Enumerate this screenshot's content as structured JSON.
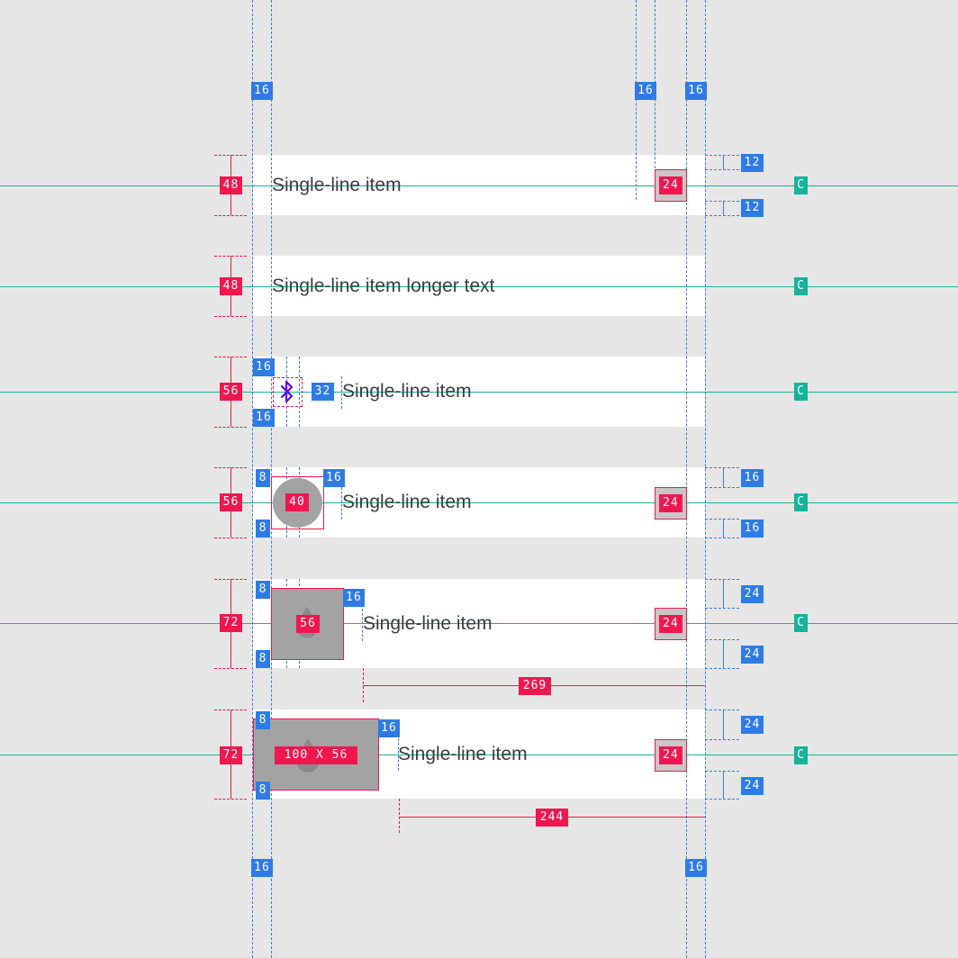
{
  "rows": [
    {
      "title": "Single-line item",
      "height_label": "48"
    },
    {
      "title": "Single-line item longer text",
      "height_label": "48"
    },
    {
      "title": "Single-line item",
      "height_label": "56",
      "icon_label": "32"
    },
    {
      "title": "Single-line item",
      "height_label": "56",
      "avatar_label": "40"
    },
    {
      "title": "Single-line item",
      "height_label": "72",
      "image_label": "56"
    },
    {
      "title": "Single-line item",
      "height_label": "72",
      "image_label": "100 X 56"
    }
  ],
  "labels": {
    "margin16": "16",
    "pad12": "12",
    "pad16": "16",
    "pad24": "24",
    "pad8": "8",
    "meta": "24",
    "center": "C",
    "width269": "269",
    "width244": "244"
  },
  "colors": {
    "spec_blue": "#2e7be6",
    "spec_red": "#f0174f",
    "spec_teal": "#16b39a",
    "icon_purple": "#6200ee",
    "background": "#e6e6e6"
  },
  "icons": {
    "leading_icon": "bluetooth-icon",
    "image_glyph": "drop-shape-icon"
  }
}
